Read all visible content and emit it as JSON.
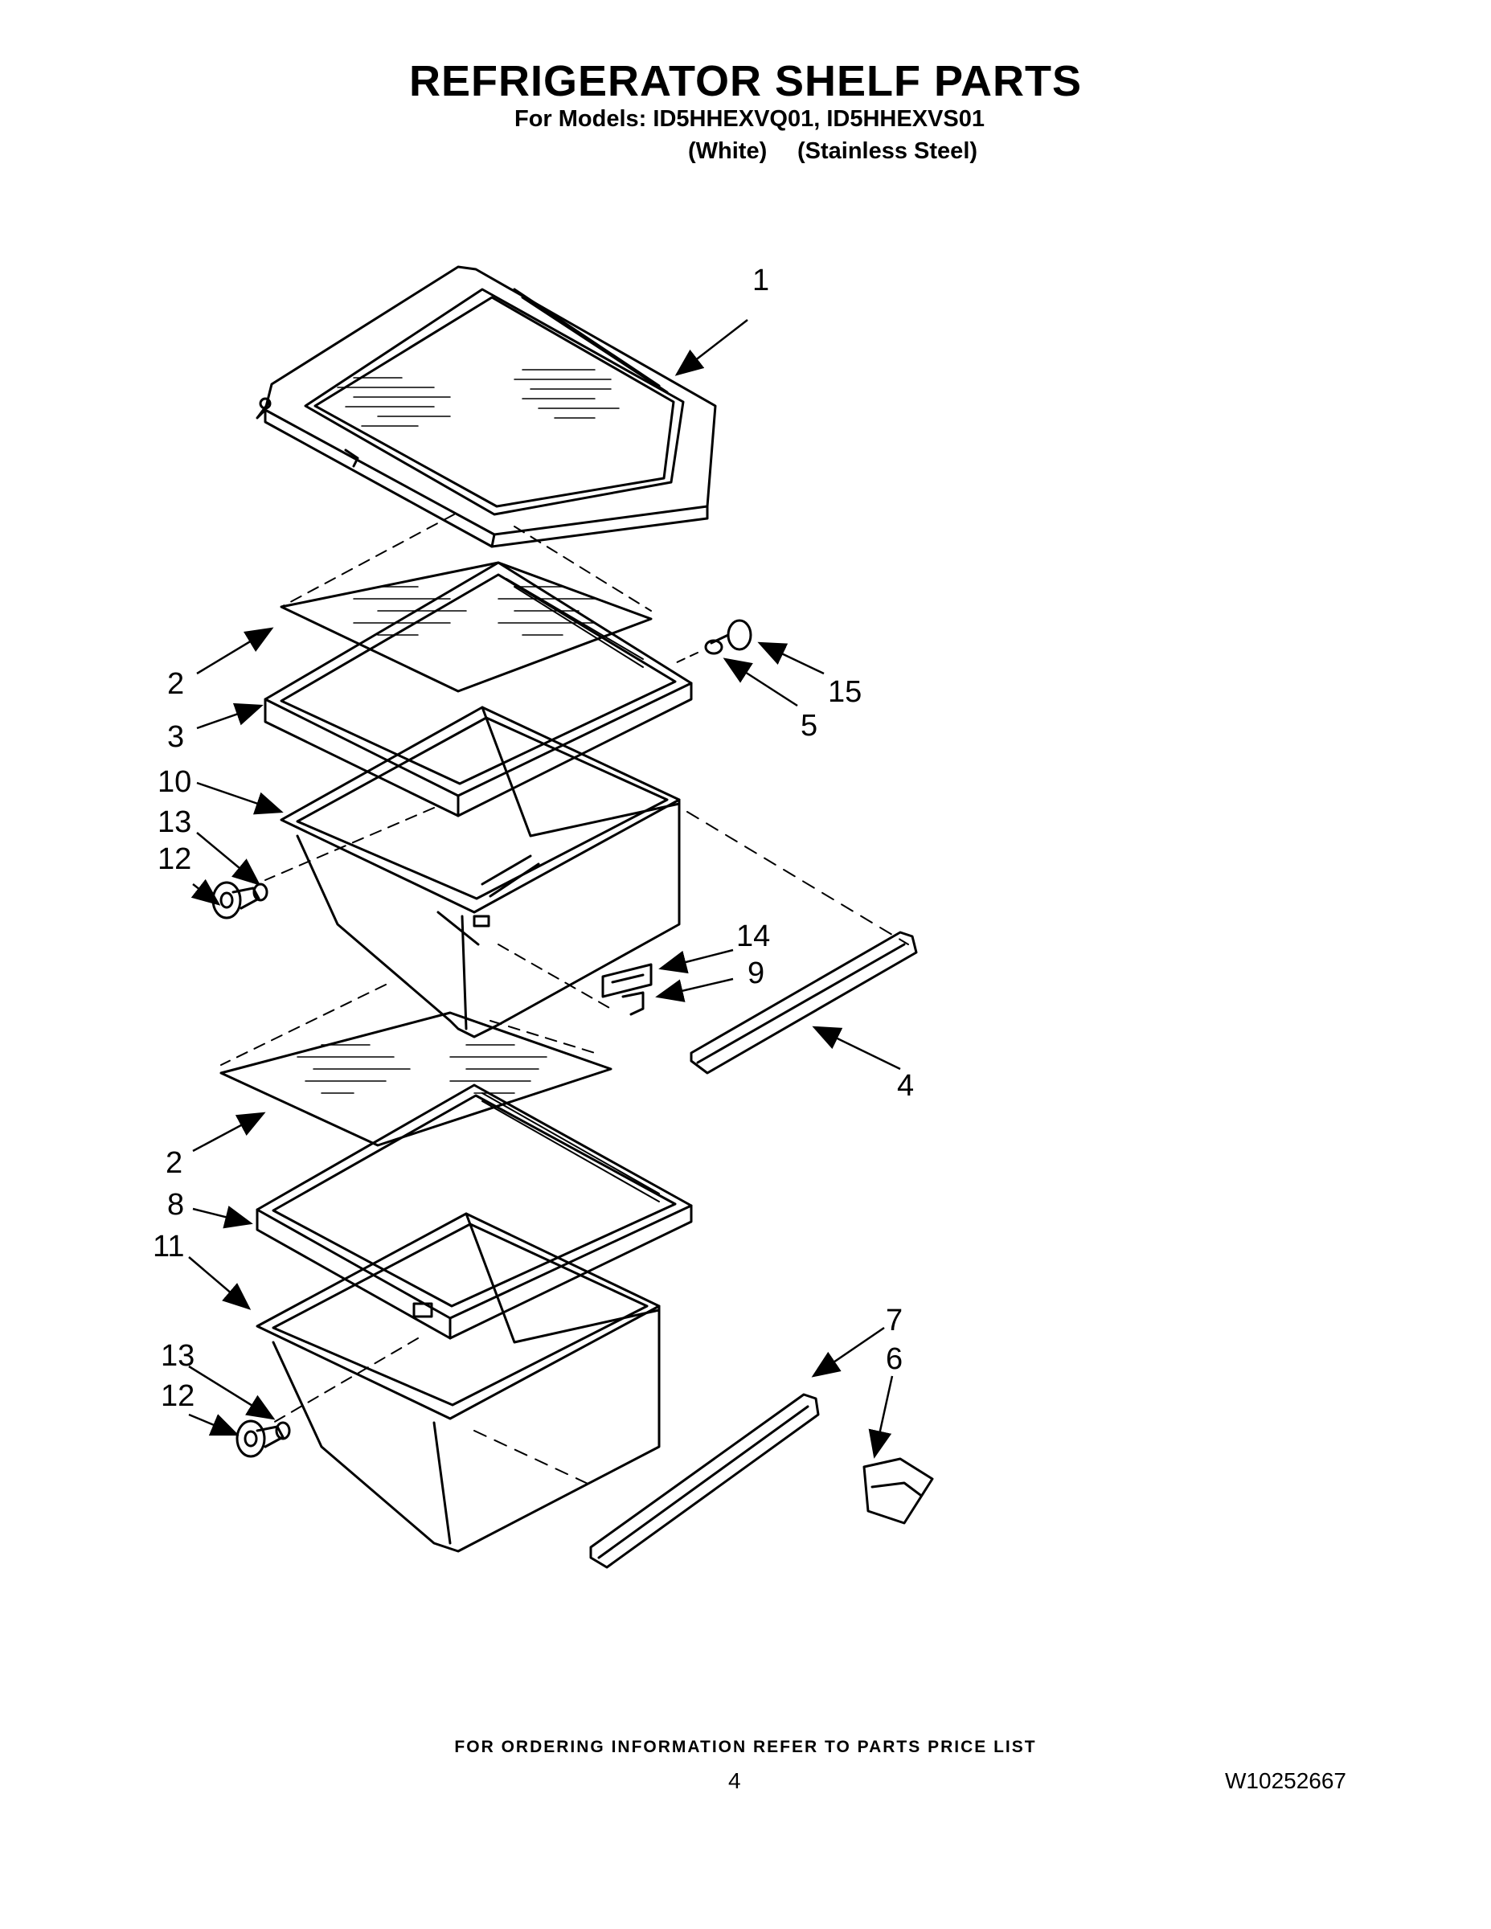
{
  "header": {
    "title": "REFRIGERATOR SHELF PARTS",
    "models_line": "For Models: ID5HHEXVQ01, ID5HHEXVS01",
    "variant_1": "(White)",
    "variant_2": "(Stainless Steel)"
  },
  "callouts": {
    "c1": "1",
    "c2_upper": "2",
    "c3": "3",
    "c10": "10",
    "c13_upper": "13",
    "c12_upper": "12",
    "c15": "15",
    "c5": "5",
    "c14": "14",
    "c9": "9",
    "c4": "4",
    "c2_lower": "2",
    "c8": "8",
    "c11": "11",
    "c13_lower": "13",
    "c12_lower": "12",
    "c7": "7",
    "c6": "6"
  },
  "footer": {
    "ordering_note": "FOR ORDERING INFORMATION REFER TO PARTS PRICE LIST",
    "page_number": "4",
    "document_number": "W10252667"
  }
}
